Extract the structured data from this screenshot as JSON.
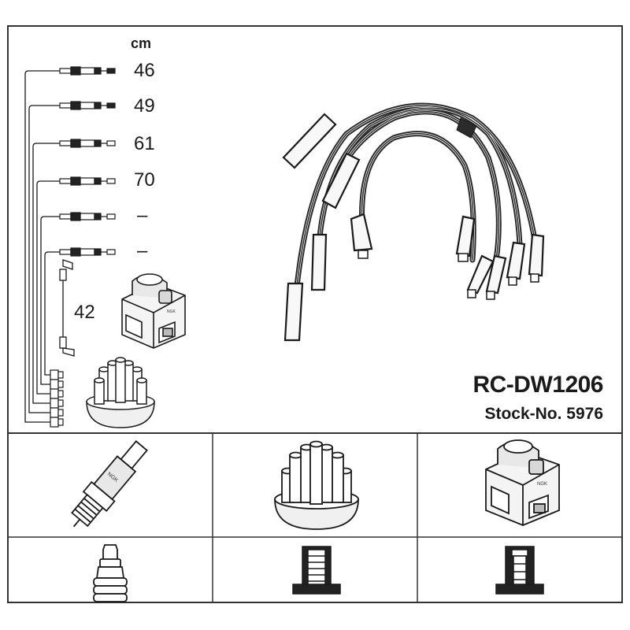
{
  "header": {
    "unit": "cm",
    "part_number": "RC-DW1206",
    "stock_number": "Stock-No. 5976"
  },
  "cable_lengths": [
    "46",
    "49",
    "61",
    "70",
    "–",
    "–"
  ],
  "coil_lead_length": "42",
  "colors": {
    "line": "#1a1a1a",
    "frame": "#333333",
    "cable": "#2b2b2b",
    "fill_light": "#f4f4f4"
  },
  "icons": {
    "coil": "ignition-coil-icon",
    "distributor": "distributor-cap-icon",
    "plug": "spark-plug-icon",
    "plug_connector": "plug-connector-icon",
    "cap_connector": "cap-connector-icon",
    "coil_connector": "coil-connector-icon"
  }
}
